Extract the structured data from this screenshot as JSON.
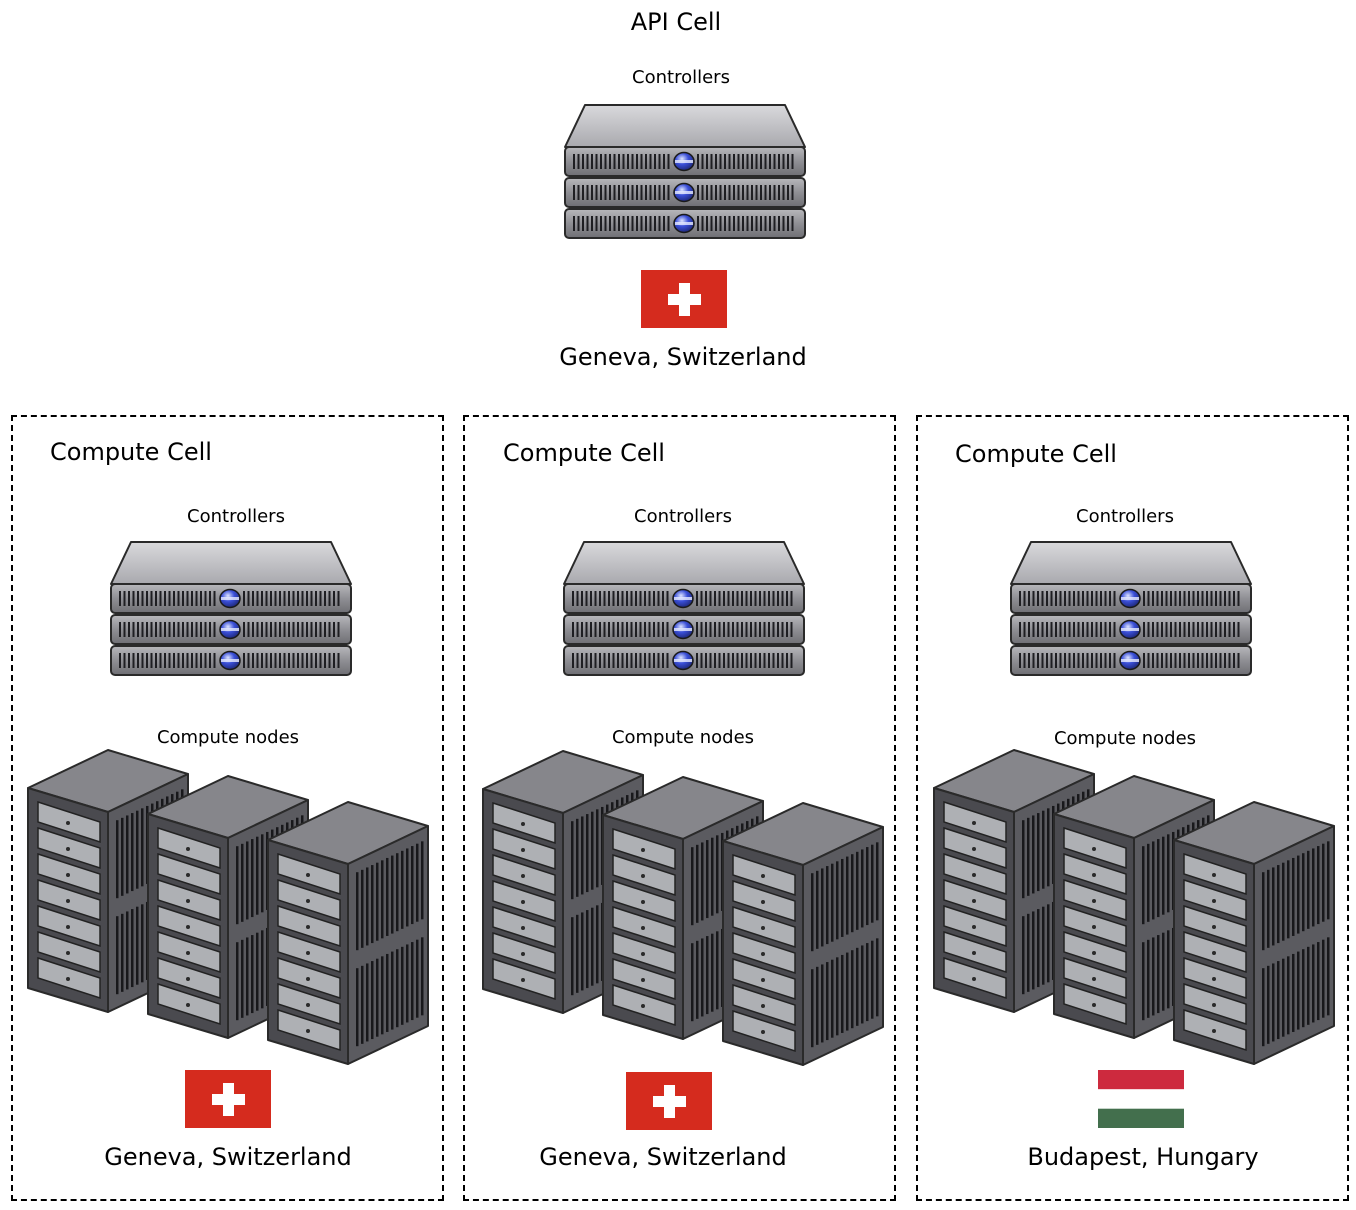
{
  "api_cell": {
    "title": "API Cell",
    "controllers_label": "Controllers",
    "location": "Geneva, Switzerland",
    "flag": "switzerland-flag"
  },
  "compute_cells": [
    {
      "title": "Compute Cell",
      "controllers_label": "Controllers",
      "nodes_label": "Compute nodes",
      "location": "Geneva, Switzerland",
      "flag": "switzerland-flag"
    },
    {
      "title": "Compute Cell",
      "controllers_label": "Controllers",
      "nodes_label": "Compute nodes",
      "location": "Geneva, Switzerland",
      "flag": "switzerland-flag"
    },
    {
      "title": "Compute Cell",
      "controllers_label": "Controllers",
      "nodes_label": "Compute nodes",
      "location": "Budapest, Hungary",
      "flag": "hungary-flag"
    }
  ],
  "colors": {
    "swiss_red": "#d52b1e",
    "hungary_red": "#cd2a3e",
    "hungary_green": "#436f4d",
    "server_gray": "#8f8f94",
    "server_dark": "#4a4a4f",
    "led_blue": "#3a4fd8"
  }
}
